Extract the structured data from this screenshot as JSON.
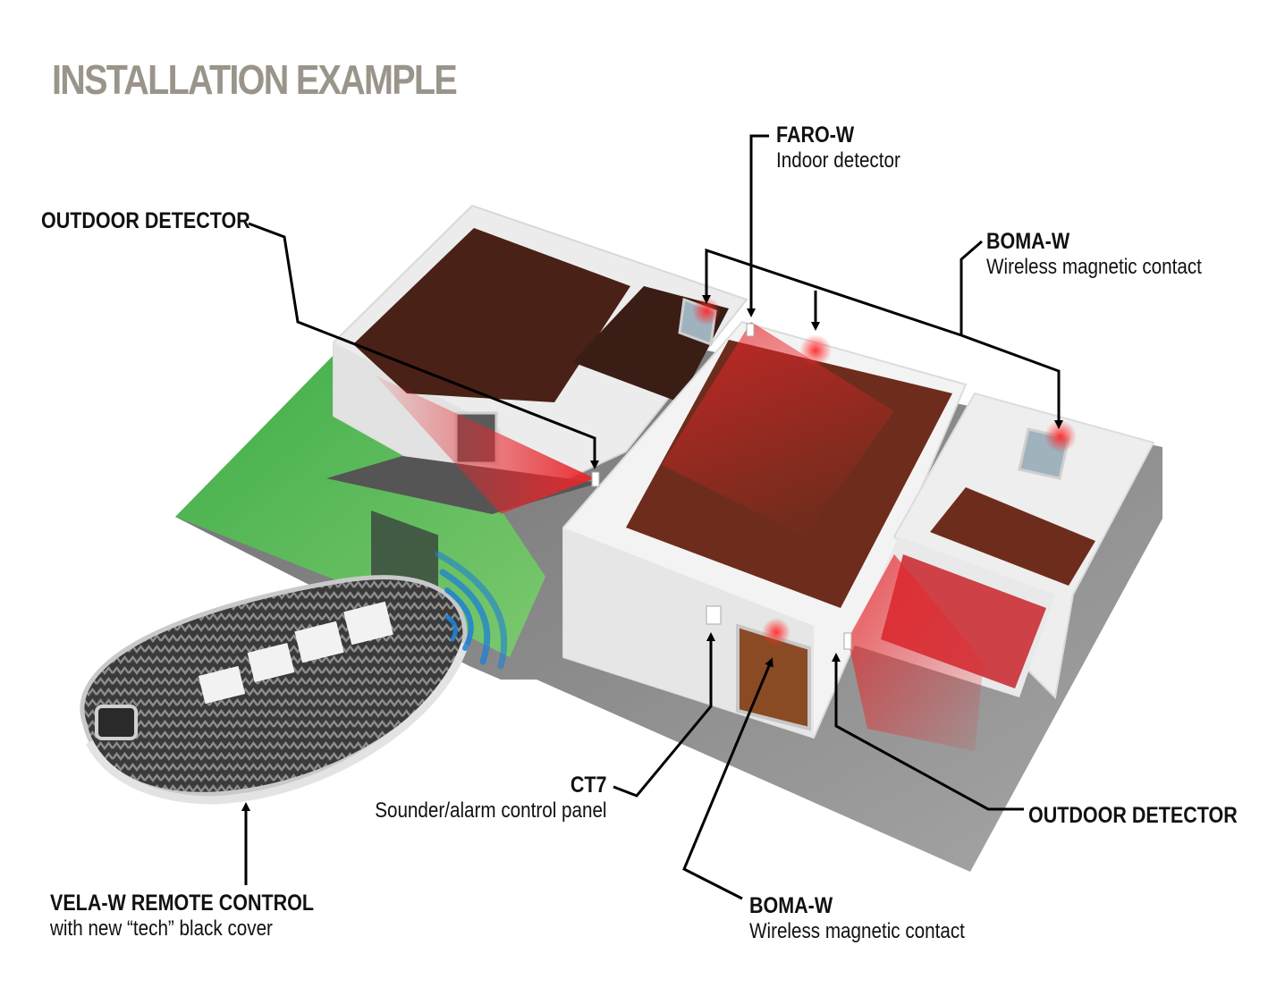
{
  "title": "INSTALLATION EXAMPLE",
  "labels": {
    "outdoor_detector_left": {
      "name": "OUTDOOR DETECTOR"
    },
    "faro_w": {
      "name": "FARO-W",
      "desc": "Indoor detector"
    },
    "boma_w_top": {
      "name": "BOMA-W",
      "desc": "Wireless magnetic contact"
    },
    "ct7": {
      "name": "CT7",
      "desc": "Sounder/alarm control panel"
    },
    "outdoor_detector_right": {
      "name": "OUTDOOR DETECTOR"
    },
    "boma_w_bottom": {
      "name": "BOMA-W",
      "desc": "Wireless magnetic contact"
    },
    "vela_w": {
      "name": "VELA-W REMOTE CONTROL",
      "desc": "with new “tech” black cover"
    }
  },
  "colors": {
    "title": "#9b948a",
    "lawn": "#5cbf5a",
    "floor": "#6e2c1c",
    "detection": "#e8262b",
    "signal": "#1f7fd6",
    "walls": "#f2f2f2",
    "ground": "#8a8a8a"
  }
}
